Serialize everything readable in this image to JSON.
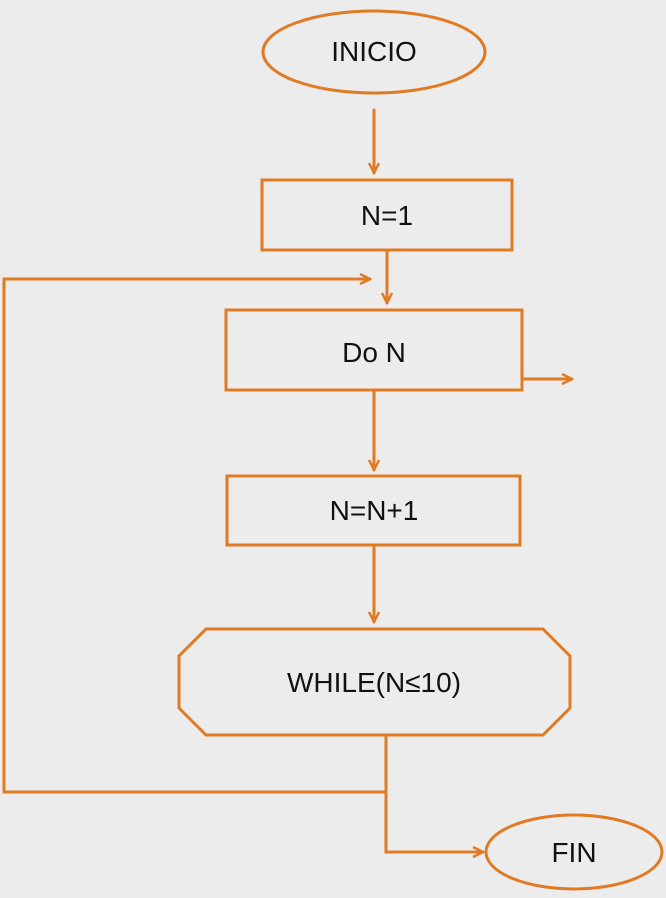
{
  "colors": {
    "background": "#ececec",
    "stroke": "#e07b24",
    "text": "#111111"
  },
  "nodes": {
    "start": "INICIO",
    "init": "N=1",
    "body": "Do N",
    "increment": "N=N+1",
    "condition": "WHILE(N≤10)",
    "end": "FIN"
  }
}
